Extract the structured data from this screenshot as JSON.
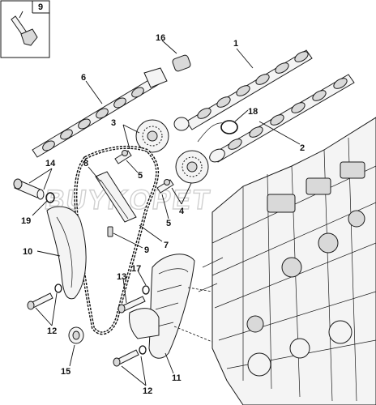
{
  "callouts": {
    "c1": "1",
    "c2": "2",
    "c3": "3",
    "c4": "4",
    "c5a": "5",
    "c5b": "5",
    "c6": "6",
    "c7": "7",
    "c8": "8",
    "c9a": "9",
    "c9b": "9",
    "c10": "10",
    "c11": "11",
    "c12a": "12",
    "c12b": "12",
    "c13": "13",
    "c14": "14",
    "c15": "15",
    "c16": "16",
    "c17": "17",
    "c18": "18",
    "c19": "19"
  },
  "watermark": "BUYKOPET"
}
